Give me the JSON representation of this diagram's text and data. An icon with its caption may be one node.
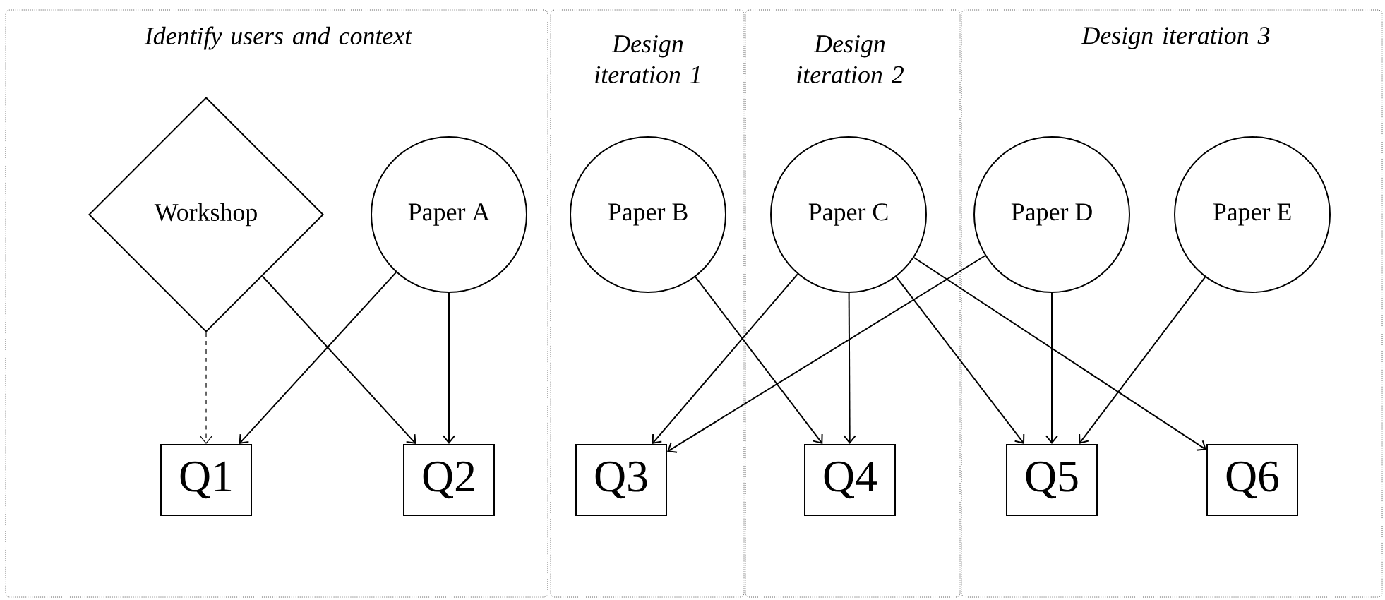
{
  "diagram": {
    "nodes": [
      {
        "text": [
          "Identify users and context"
        ]
      },
      {
        "text": [
          "Workshop"
        ],
        "in": 0
      },
      {
        "text": [
          "Paper A"
        ],
        "in": 0
      },
      {
        "text": [
          "Q1"
        ],
        "in": 0
      },
      {
        "text": [
          "Q2"
        ],
        "in": 0
      },
      {
        "text": [
          "Design iteration 1"
        ]
      },
      {
        "text": [
          "Paper B"
        ],
        "in": 5
      },
      {
        "text": [
          "Q3"
        ],
        "in": 5
      },
      {
        "text": [
          "Design iteration 2"
        ]
      },
      {
        "text": [
          "Paper C"
        ],
        "in": 8
      },
      {
        "text": [
          "Q4"
        ],
        "in": 8
      },
      {
        "text": [
          "Design iteration 3"
        ]
      },
      {
        "text": [
          "Paper D"
        ],
        "in": 11
      },
      {
        "text": [
          "Paper E"
        ],
        "in": 11
      },
      {
        "text": [
          "Q5"
        ],
        "in": 11
      },
      {
        "text": [
          "Q6"
        ],
        "in": 11
      }
    ],
    "edges": [
      {
        "from": 1,
        "to": 3,
        "arrow": "to",
        "style": "dashed"
      },
      {
        "from": 1,
        "to": 4,
        "arrow": "to"
      },
      {
        "from": 2,
        "to": 3,
        "arrow": "to"
      },
      {
        "from": 2,
        "to": 4,
        "arrow": "to"
      },
      {
        "from": 6,
        "to": 10,
        "arrow": "to"
      },
      {
        "from": 9,
        "to": 7,
        "arrow": "to"
      },
      {
        "from": 9,
        "to": 10,
        "arrow": "to"
      },
      {
        "from": 9,
        "to": 14,
        "arrow": "to"
      },
      {
        "from": 9,
        "to": 15,
        "arrow": "to"
      },
      {
        "from": 12,
        "to": 7,
        "arrow": "to"
      },
      {
        "from": 12,
        "to": 14,
        "arrow": "to"
      },
      {
        "from": 13,
        "to": 14,
        "arrow": "to"
      }
    ]
  }
}
